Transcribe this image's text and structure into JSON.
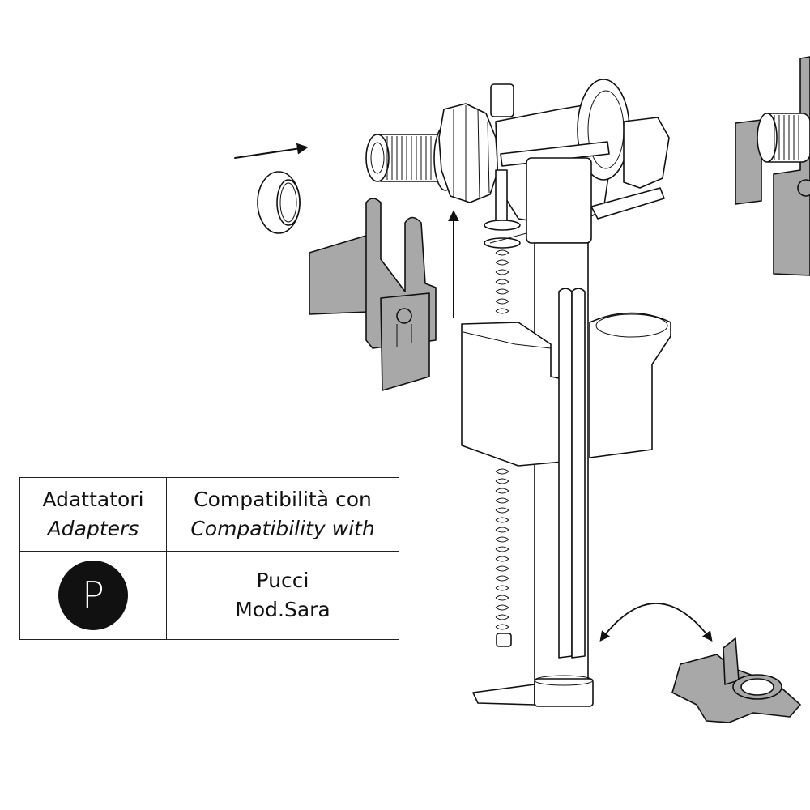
{
  "table": {
    "header": {
      "col1_line1": "Adattatori",
      "col1_line2": "Adapters",
      "col2_line1": "Compatibilità con",
      "col2_line2": "Compatibility with"
    },
    "rows": [
      {
        "adapter_badge": "P",
        "compat_line1": "Pucci",
        "compat_line2": "Mod.Sara"
      }
    ]
  },
  "diagram": {
    "parts": [
      "threaded-inlet",
      "locking-ring",
      "gray-wall-adapter-bracket",
      "knurled-nut",
      "valve-head",
      "float-cup",
      "adjustment-spring-rod",
      "riser-tube",
      "base-foot",
      "gray-cross-base-adapter",
      "partial-assembled-view"
    ],
    "arrows": [
      "insert-ring-arrow",
      "slide-up-arrow",
      "swap-base-arrow"
    ],
    "colors": {
      "line": "#111111",
      "adapter_fill": "#a8a8a8",
      "background": "#ffffff"
    }
  }
}
